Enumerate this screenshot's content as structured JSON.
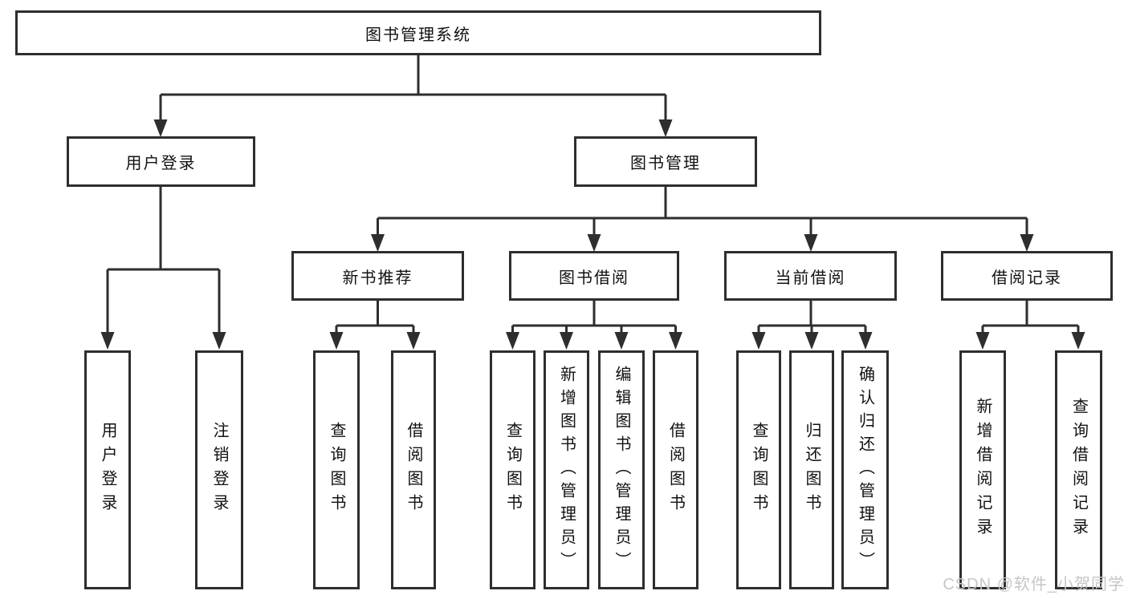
{
  "diagram": {
    "type": "tree",
    "root": {
      "label": "图书管理系统"
    },
    "level2": [
      {
        "label": "用户登录"
      },
      {
        "label": "图书管理"
      }
    ],
    "level3": [
      {
        "label": "新书推荐",
        "parent": "图书管理"
      },
      {
        "label": "图书借阅",
        "parent": "图书管理"
      },
      {
        "label": "当前借阅",
        "parent": "图书管理"
      },
      {
        "label": "借阅记录",
        "parent": "图书管理"
      }
    ],
    "groups": [
      {
        "parent": "用户登录",
        "items": [
          {
            "label": "用户登录"
          },
          {
            "label": "注销登录"
          }
        ]
      },
      {
        "parent": "新书推荐",
        "items": [
          {
            "label": "查询图书"
          },
          {
            "label": "借阅图书"
          }
        ]
      },
      {
        "parent": "图书借阅",
        "items": [
          {
            "label": "查询图书"
          },
          {
            "label": "新增图书（管理员）"
          },
          {
            "label": "编辑图书（管理员）"
          },
          {
            "label": "借阅图书"
          }
        ]
      },
      {
        "parent": "当前借阅",
        "items": [
          {
            "label": "查询图书"
          },
          {
            "label": "归还图书"
          },
          {
            "label": "确认归还（管理员）"
          }
        ]
      },
      {
        "parent": "借阅记录",
        "items": [
          {
            "label": "新增借阅记录"
          },
          {
            "label": "查询借阅记录"
          }
        ]
      }
    ]
  },
  "watermark": {
    "text": "CSDN @软件_小贺同学"
  },
  "colors": {
    "line": "#2e2e2e",
    "box_border": "#2e2e2e",
    "box_fill": "#ffffff",
    "text": "#111111",
    "watermark": "#c6c6c6",
    "background": "#ffffff"
  }
}
